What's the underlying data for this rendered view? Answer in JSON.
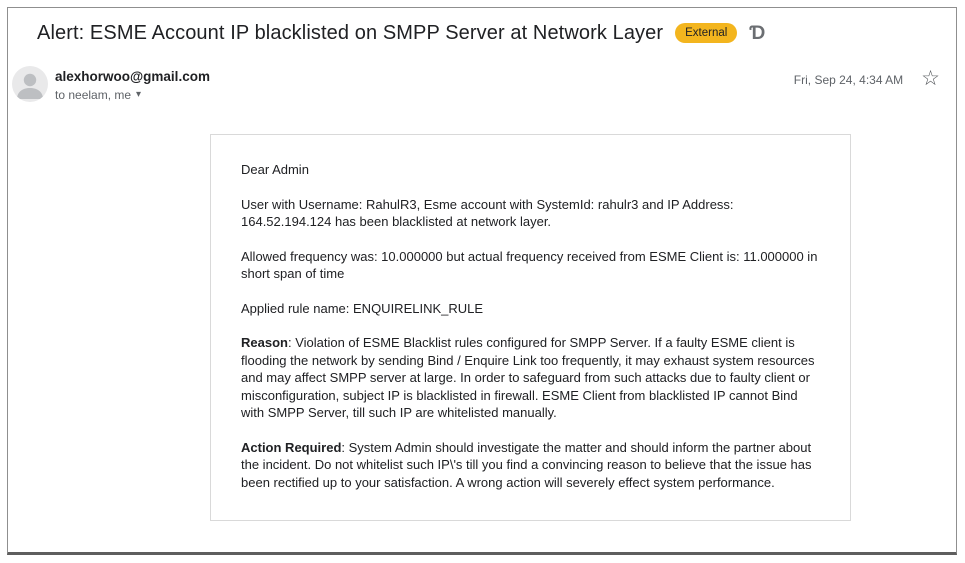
{
  "subject": {
    "title": "Alert: ESME Account IP blacklisted on SMPP Server at Network Layer",
    "badge_label": "External",
    "importance_glyph": "Ɗ"
  },
  "header": {
    "sender_email": "alexhorwoo@gmail.com",
    "recipients_summary": "to neelam, me",
    "details_arrow_glyph": "▾",
    "timestamp": "Fri, Sep 24, 4:34 AM",
    "star_glyph": "☆"
  },
  "email_body": {
    "paragraphs": [
      {
        "lead": "",
        "text": "Dear Admin"
      },
      {
        "lead": "",
        "text": "User with Username: RahulR3, Esme account with SystemId: rahulr3 and IP Address: 164.52.194.124 has been blacklisted at network layer."
      },
      {
        "lead": "",
        "text": "Allowed frequency was: 10.000000 but actual frequency received from ESME Client is: 11.000000 in short span of time"
      },
      {
        "lead": "",
        "text": "Applied rule name: ENQUIRELINK_RULE"
      },
      {
        "lead": "Reason",
        "text": ": Violation of ESME Blacklist rules configured for SMPP Server. If a faulty ESME client is flooding the network by sending Bind / Enquire Link too frequently, it may exhaust system resources and may affect SMPP server at large. In order to safeguard from such attacks due to faulty client or misconfiguration, subject IP is blacklisted in firewall. ESME Client from blacklisted IP cannot Bind with SMPP Server, till such IP are whitelisted manually."
      },
      {
        "lead": "Action Required",
        "text": ": System Admin should investigate the matter and should inform the partner about the incident. Do not whitelist such IP\\'s till you find a convincing reason to believe that the issue has been rectified up to your satisfaction. A wrong action will severely effect system performance."
      }
    ]
  },
  "colors": {
    "badge_bg": "#F3B51E",
    "badge_text": "#202124",
    "body_text": "#202124",
    "secondary_text": "#5f6368"
  }
}
